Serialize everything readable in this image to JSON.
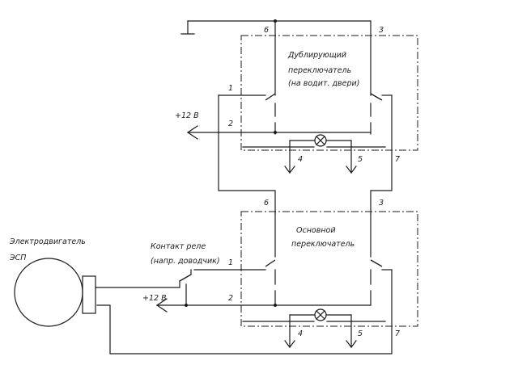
{
  "labels": {
    "dub_title_1": "Дублирующий",
    "dub_title_2": "переключатель",
    "dub_title_3": "(на водит. двери)",
    "main_title_1": "Основной",
    "main_title_2": "переключатель",
    "motor_1": "Электродвигатель",
    "motor_2": "ЭСП",
    "relay_1": "Контакт реле",
    "relay_2": "(напр. доводчик)",
    "plus12_top": "+12  В",
    "plus12_bottom": "+12  В"
  },
  "pins_top": {
    "p6": "6",
    "p3": "3",
    "p1": "1",
    "p2": "2",
    "p4": "4",
    "p5": "5",
    "p7": "7"
  },
  "pins_bottom": {
    "p6": "6",
    "p3": "3",
    "p1": "1",
    "p2": "2",
    "p4": "4",
    "p5": "5",
    "p7": "7"
  }
}
